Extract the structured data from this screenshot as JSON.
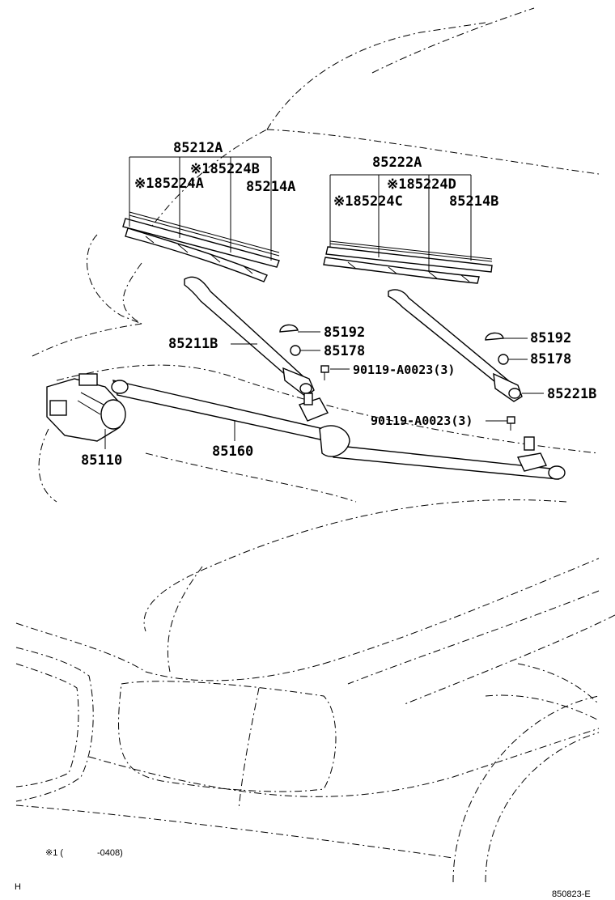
{
  "labels": {
    "blade_asm_l": "85212A",
    "rubber_l_b": "※185224B",
    "rubber_l_a": "※185224A",
    "refill_l": "85214A",
    "blade_asm_r": "85222A",
    "rubber_r_d": "※185224D",
    "rubber_r_c": "※185224C",
    "refill_r": "85214B",
    "cap_l": "85192",
    "nut_l": "85178",
    "arm_l": "85211B",
    "bolt_l": "90119-A0023(3)",
    "cap_r": "85192",
    "nut_r": "85178",
    "bolt_r": "90119-A0023(3)",
    "arm_r": "85221B",
    "motor": "85110",
    "link": "85160"
  },
  "footnote": {
    "mark": "※1 (",
    "date": "-0408)"
  },
  "corner": {
    "left": "H",
    "right": "850823-E"
  }
}
